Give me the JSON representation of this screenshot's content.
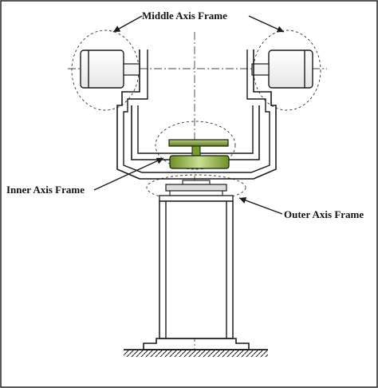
{
  "labels": {
    "middle": "Middle Axis Frame",
    "inner": "Inner Axis Frame",
    "outer": "Outer Axis Frame"
  },
  "colors": {
    "stroke": "#1a1a1a",
    "green_dark": "#5b7a1a",
    "green_light": "#a9c66a",
    "background": "#ffffff"
  }
}
